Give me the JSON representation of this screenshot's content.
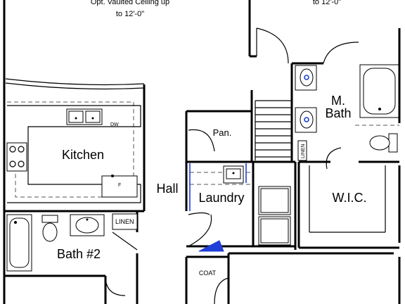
{
  "notes": {
    "left_line1": "Opt. Vaulted Ceiling up",
    "left_line2": "to 12'-0\"",
    "right_line1": "to 12'-0\""
  },
  "rooms": {
    "kitchen": "Kitchen",
    "hall": "Hall",
    "laundry": "Laundry",
    "bath2": "Bath #2",
    "mbath_line1": "M.",
    "mbath_line2": "Bath",
    "wic": "W.I.C.",
    "pantry": "Pan."
  },
  "labels": {
    "dw": "DW",
    "fridge": "F",
    "linen_hall": "LINEN",
    "linen_master": "LINEN",
    "coat": "COAT"
  },
  "colors": {
    "walls": "#000000",
    "fixture_accent": "#1f3fd6",
    "background": "#ffffff"
  }
}
